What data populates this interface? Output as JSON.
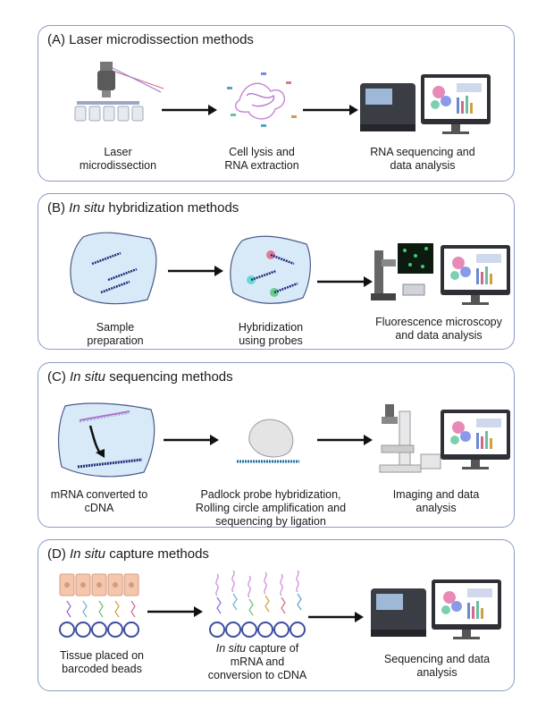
{
  "panels": [
    {
      "title_prefix": "(A) ",
      "title_italic": "",
      "title_suffix": "Laser microdissection methods",
      "steps": [
        {
          "lines": [
            "Laser",
            "microdissection"
          ]
        },
        {
          "lines": [
            "Cell lysis and",
            "RNA extraction"
          ]
        },
        {
          "lines": [
            "RNA sequencing and",
            "data analysis"
          ]
        }
      ]
    },
    {
      "title_prefix": "(B) ",
      "title_italic": "In situ",
      "title_suffix": " hybridization methods",
      "steps": [
        {
          "lines": [
            "Sample",
            "preparation"
          ]
        },
        {
          "lines": [
            "Hybridization",
            "using probes"
          ]
        },
        {
          "lines": [
            "Fluorescence microscopy",
            "and data analysis"
          ]
        }
      ]
    },
    {
      "title_prefix": "(C) ",
      "title_italic": "In situ",
      "title_suffix": " sequencing methods",
      "steps": [
        {
          "lines": [
            "mRNA converted to",
            "cDNA"
          ]
        },
        {
          "lines": [
            "Padlock probe hybridization,",
            "Rolling circle amplification and",
            "sequencing by ligation"
          ]
        },
        {
          "lines": [
            "Imaging and data",
            "analysis"
          ]
        }
      ]
    },
    {
      "title_prefix": "(D) ",
      "title_italic": "In situ",
      "title_suffix": " capture methods",
      "steps": [
        {
          "lines": [
            "Tissue placed on",
            "barcoded beads"
          ]
        },
        {
          "italic_prefix": "In situ",
          "lines": [
            " capture of",
            "mRNA and",
            "conversion to cDNA"
          ]
        },
        {
          "lines": [
            "Sequencing and data",
            "analysis"
          ]
        }
      ]
    }
  ],
  "colors": {
    "panel_border": "#8a9cc4",
    "tissue_fill": "#d8eaf8",
    "probe_blue": "#1c2a7a",
    "bead_outline": "#3b4fa0",
    "cell_fill": "#f3c6ad",
    "arrow": "#111111"
  }
}
